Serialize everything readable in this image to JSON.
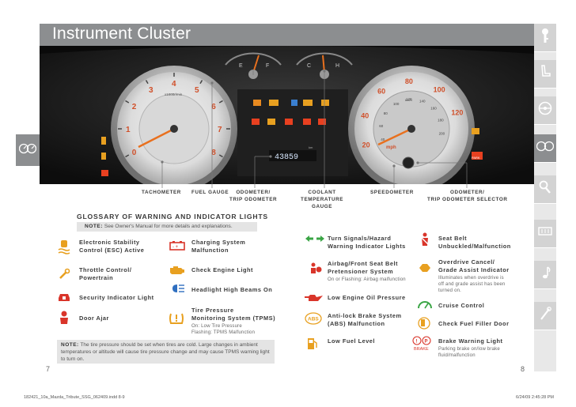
{
  "header": {
    "title": "Instrument Cluster"
  },
  "cluster": {
    "tach_labels": [
      "1",
      "2",
      "3",
      "4",
      "5",
      "6",
      "7",
      "8",
      "0"
    ],
    "tach_unit": "x1000r/min",
    "speedo_outer": [
      "20",
      "40",
      "60",
      "80",
      "100",
      "120"
    ],
    "speedo_inner": [
      "40",
      "60",
      "80",
      "100",
      "120",
      "140",
      "160",
      "180",
      "200"
    ],
    "speedo_unit": "km/h",
    "speedo_mph": "mph",
    "fuel_e": "E",
    "fuel_f": "F",
    "temp_c": "C",
    "temp_h": "H",
    "odometer": "43859",
    "odo_unit": "km",
    "park_badge": "(P)\n(PARK)"
  },
  "callouts": {
    "tachometer": "TACHOMETER",
    "fuel_gauge": "FUEL GAUGE",
    "odometer": "ODOMETER/\nTRIP ODOMETER",
    "coolant": "COOLANT\nTEMPERATURE\nGAUGE",
    "speedometer": "SPEEDOMETER",
    "selector": "ODOMETER/\nTRIP ODOMETER SELECTOR"
  },
  "glossary": {
    "title": "GLOSSARY OF WARNING AND INDICATOR LIGHTS",
    "note_label": "NOTE:",
    "note_text": "See Owner's Manual for more details and explanations.",
    "items": {
      "esc": "Electronic Stability\nControl (ESC) Active",
      "throttle": "Throttle Control/\nPowertrain",
      "security": "Security Indicator Light",
      "door": "Door Ajar",
      "charging": "Charging System\nMalfunction",
      "check_engine": "Check Engine Light",
      "high_beams": "Headlight High Beams On",
      "tpms": "Tire Pressure\nMonitoring System (TPMS)",
      "tpms_sub": "On: Low Tire Pressure\nFlashing: TPMS Malfunction",
      "turn": "Turn Signals/Hazard\nWarning Indicator Lights",
      "airbag": "Airbag/Front Seat Belt\nPretensioner System",
      "airbag_sub": "On or Flashing: Airbag malfunction",
      "oil": "Low Engine Oil Pressure",
      "abs": "Anti-lock Brake System\n(ABS) Malfunction",
      "fuel": "Low Fuel Level",
      "seatbelt": "Seat Belt\nUnbuckled/Malfunction",
      "overdrive": "Overdrive Cancel/\nGrade Assist Indicator",
      "overdrive_sub": "Illuminates when overdrive is\noff and grade assist has been\nturned on.",
      "cruise": "Cruise Control",
      "filler": "Check Fuel Filler Door",
      "brake": "Brake Warning Light",
      "brake_sub": "Parking brake on/low brake\nfluid/malfunction"
    },
    "abs_icon_text": "(ABS)",
    "brake_icon_text": "(!) (P)\nBRAKE"
  },
  "tire_note": {
    "label": "NOTE:",
    "text": "The tire pressure should be set when tires are cold. Large changes in ambient temperatures or altitude will cause tire pressure change and may cause TPMS warning light to turn on."
  },
  "pages": {
    "left": "7",
    "right": "8"
  },
  "footer": {
    "left": "182421_10a_Mazda_Tribute_SSG_062409.indd   8-9",
    "right": "6/24/09   2:45:28 PM"
  },
  "colors": {
    "header": "#8c8e90",
    "amber": "#e8a020",
    "red": "#d9352a",
    "green": "#3aa545",
    "blue": "#2f6fc0"
  },
  "icons": {
    "left_tab": "gauge-cluster-icon",
    "side_tabs": [
      "key-icon",
      "seat-icon",
      "steering-wheel-icon",
      "gauge-cluster-icon",
      "magnifier-icon",
      "climate-icon",
      "music-icon",
      "tools-icon"
    ]
  }
}
